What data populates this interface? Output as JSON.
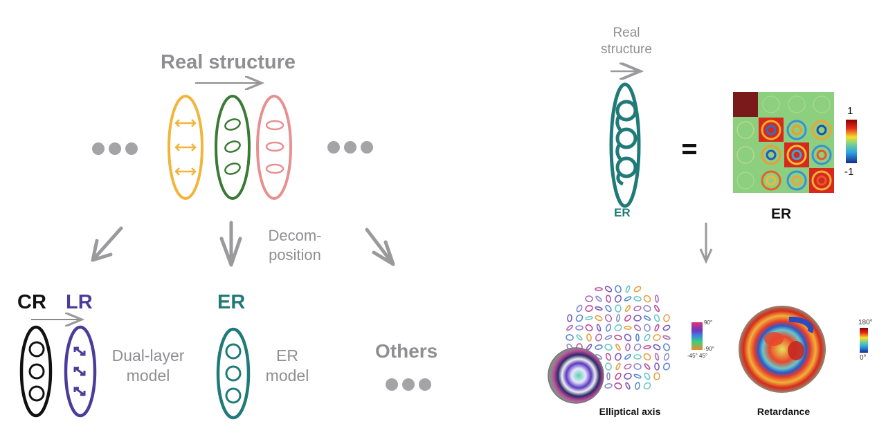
{
  "left_panel": {
    "title": "Real structure",
    "decomposition_label": "Decom-\nposition",
    "decomposition_line1": "Decom-",
    "decomposition_line2": "position",
    "ellipsis_glyph": "●●●",
    "layers": [
      {
        "name": "linear",
        "color": "#f2b43a"
      },
      {
        "name": "elliptical",
        "color": "#3a7a35"
      },
      {
        "name": "circular",
        "color": "#e88f8f"
      }
    ],
    "models": [
      {
        "labels": [
          "CR",
          "LR"
        ],
        "label_colors": [
          "#111111",
          "#4b3c9a"
        ],
        "caption_line1": "Dual-layer",
        "caption_line2": "model"
      },
      {
        "labels": [
          "ER"
        ],
        "label_colors": [
          "#1f7a78"
        ],
        "caption_line1": "ER",
        "caption_line2": "model"
      },
      {
        "labels": [
          "Others"
        ],
        "caption_line1": "Others",
        "caption_line2": ""
      }
    ]
  },
  "right_panel": {
    "title_line1": "Real",
    "title_line2": "structure",
    "er_label": "ER",
    "equals_sign": "=",
    "matrix": {
      "label": "ER",
      "colorbar_max": "1",
      "colorbar_min": "-1"
    },
    "results": [
      {
        "caption": "Elliptical axis",
        "colorbar_top": "90°",
        "colorbar_bottom": "-90°",
        "colorbar_left": "-45°",
        "colorbar_right": "45°"
      },
      {
        "caption": "Retardance",
        "colorbar_top": "180°",
        "colorbar_bottom": "0°"
      }
    ]
  },
  "colors": {
    "arrow_gray": "#9a9a9c",
    "teal": "#1f7a78",
    "purple": "#4b3c9a"
  }
}
